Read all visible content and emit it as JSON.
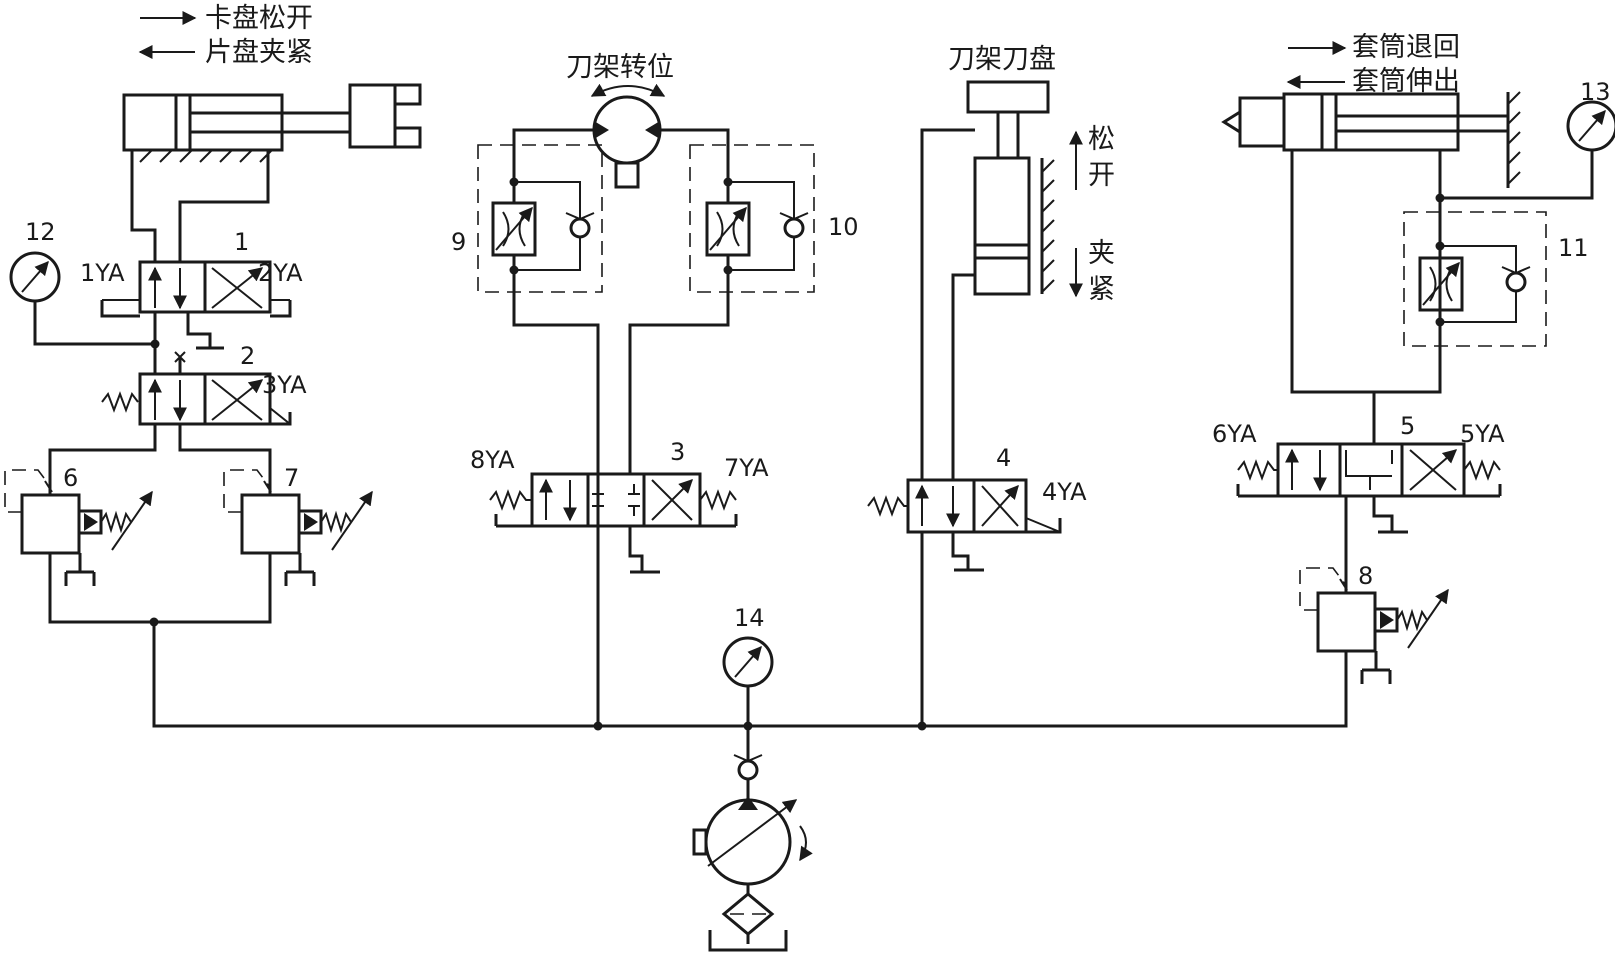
{
  "labels": {
    "chuck_release": "卡盘松开",
    "chuck_clamp": "片盘夹紧",
    "turret_index": "刀架转位",
    "turret_disk": "刀架刀盘",
    "release_1": "松",
    "release_2": "开",
    "clamp_1": "夹",
    "clamp_2": "紧",
    "sleeve_retract": "套筒退回",
    "sleeve_extend": "套筒伸出"
  },
  "components": {
    "valve_1": "1",
    "valve_2": "2",
    "valve_3": "3",
    "valve_4": "4",
    "valve_5": "5",
    "relief_6": "6",
    "relief_7": "7",
    "relief_8": "8",
    "throttle_9": "9",
    "throttle_10": "10",
    "throttle_11": "11",
    "gauge_12": "12",
    "gauge_13": "13",
    "gauge_14": "14"
  },
  "solenoids": {
    "s1": "1YA",
    "s2": "2YA",
    "s3": "3YA",
    "s4": "4YA",
    "s5": "5YA",
    "s6": "6YA",
    "s7": "7YA",
    "s8": "8YA"
  },
  "colors": {
    "ink": "#1a1a1a",
    "background": "#ffffff"
  }
}
